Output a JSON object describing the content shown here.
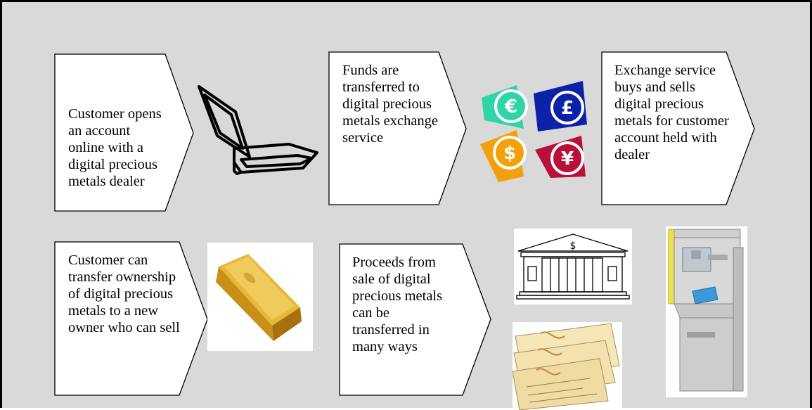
{
  "steps": [
    {
      "text": "Customer opens an account online with a digital precious metals dealer"
    },
    {
      "text": "Funds are transferred to digital precious metals exchange service"
    },
    {
      "text": "Exchange service buys and sells digital precious metals for customer account held with dealer"
    },
    {
      "text": "Customer can transfer ownership of digital precious metals to a new owner who can sell"
    },
    {
      "text": "Proceeds from sale of digital precious metals can be transferred in many ways"
    }
  ],
  "currency_symbols": {
    "euro": "€",
    "pound": "£",
    "dollar": "$",
    "yen": "¥"
  },
  "bank_symbol": "$",
  "colors": {
    "background": "#d9d9d9",
    "euro": "#2fd4a8",
    "pound": "#0b22a8",
    "dollar": "#f2a10a",
    "yen": "#b8103a",
    "gold": "#d9a62a"
  },
  "icons": [
    "laptop-icon",
    "currency-icons",
    "gold-bar-icon",
    "bank-icon",
    "cheques-icon",
    "atm-icon"
  ]
}
